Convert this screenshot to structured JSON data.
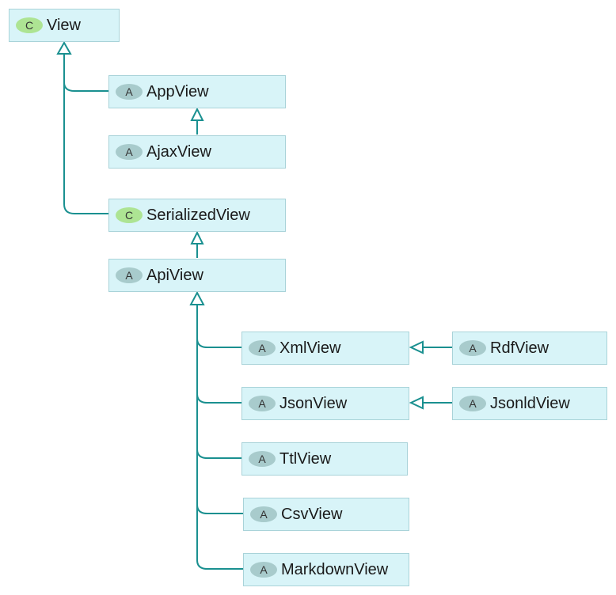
{
  "badges": {
    "class": "C",
    "abstract": "A"
  },
  "colors": {
    "edge": "#1a9090",
    "node_fill": "#d8f4f8",
    "node_border": "#a9d3d9",
    "class_badge": "#ade493",
    "abstract_badge": "#a8cbcc"
  },
  "nodes": {
    "view": {
      "name": "View",
      "kind": "class"
    },
    "app_view": {
      "name": "AppView",
      "kind": "abstract"
    },
    "ajax_view": {
      "name": "AjaxView",
      "kind": "abstract"
    },
    "serialized_view": {
      "name": "SerializedView",
      "kind": "class"
    },
    "api_view": {
      "name": "ApiView",
      "kind": "abstract"
    },
    "xml_view": {
      "name": "XmlView",
      "kind": "abstract"
    },
    "rdf_view": {
      "name": "RdfView",
      "kind": "abstract"
    },
    "json_view": {
      "name": "JsonView",
      "kind": "abstract"
    },
    "jsonld_view": {
      "name": "JsonldView",
      "kind": "abstract"
    },
    "ttl_view": {
      "name": "TtlView",
      "kind": "abstract"
    },
    "csv_view": {
      "name": "CsvView",
      "kind": "abstract"
    },
    "markdown_view": {
      "name": "MarkdownView",
      "kind": "abstract"
    }
  },
  "edges": [
    {
      "child": "app_view",
      "parent": "view",
      "relation": "extends"
    },
    {
      "child": "serialized_view",
      "parent": "view",
      "relation": "extends"
    },
    {
      "child": "ajax_view",
      "parent": "app_view",
      "relation": "extends"
    },
    {
      "child": "api_view",
      "parent": "serialized_view",
      "relation": "extends"
    },
    {
      "child": "xml_view",
      "parent": "api_view",
      "relation": "extends"
    },
    {
      "child": "json_view",
      "parent": "api_view",
      "relation": "extends"
    },
    {
      "child": "ttl_view",
      "parent": "api_view",
      "relation": "extends"
    },
    {
      "child": "csv_view",
      "parent": "api_view",
      "relation": "extends"
    },
    {
      "child": "markdown_view",
      "parent": "api_view",
      "relation": "extends"
    },
    {
      "child": "rdf_view",
      "parent": "xml_view",
      "relation": "extends"
    },
    {
      "child": "jsonld_view",
      "parent": "json_view",
      "relation": "extends"
    }
  ]
}
